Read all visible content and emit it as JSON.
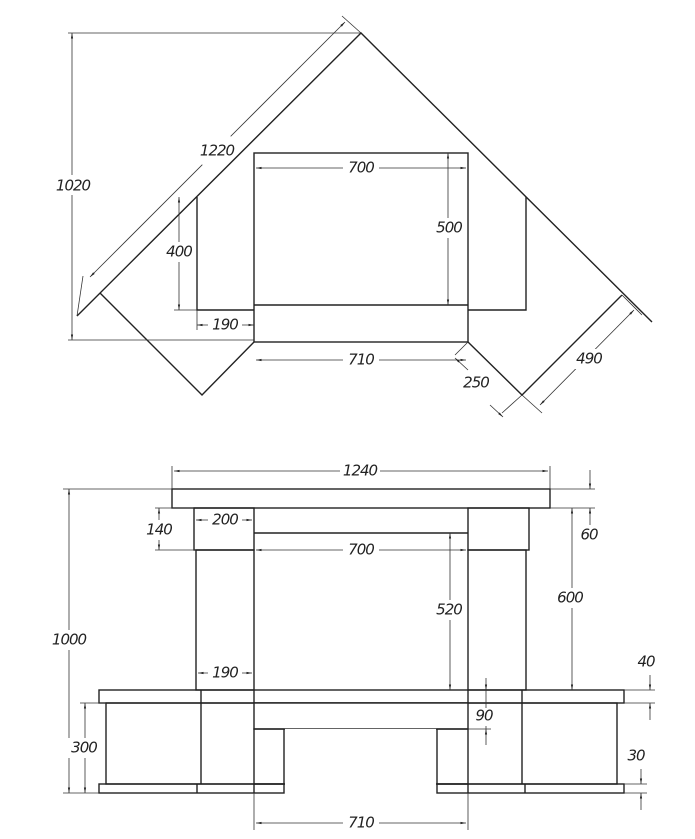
{
  "colors": {
    "line": "#222222",
    "background": "#ffffff"
  },
  "top_view": {
    "dimensions": {
      "overall_depth": "1020",
      "diagonal_length": "1220",
      "firebox_width": "700",
      "firebox_depth": "500",
      "side_depth": "400",
      "side_width": "190",
      "front_width": "710",
      "corner_offset": "250",
      "wing_width": "490"
    }
  },
  "front_view": {
    "dimensions": {
      "top_width": "1240",
      "overall_height": "1000",
      "upper_block_height": "140",
      "upper_block_width": "200",
      "opening_width": "700",
      "opening_height": "520",
      "column_height": "600",
      "top_thickness": "60",
      "slab_thickness": "40",
      "lintel_height": "90",
      "base_height": "300",
      "plinth_height": "30",
      "column_width": "190",
      "base_opening_width": "710"
    }
  }
}
